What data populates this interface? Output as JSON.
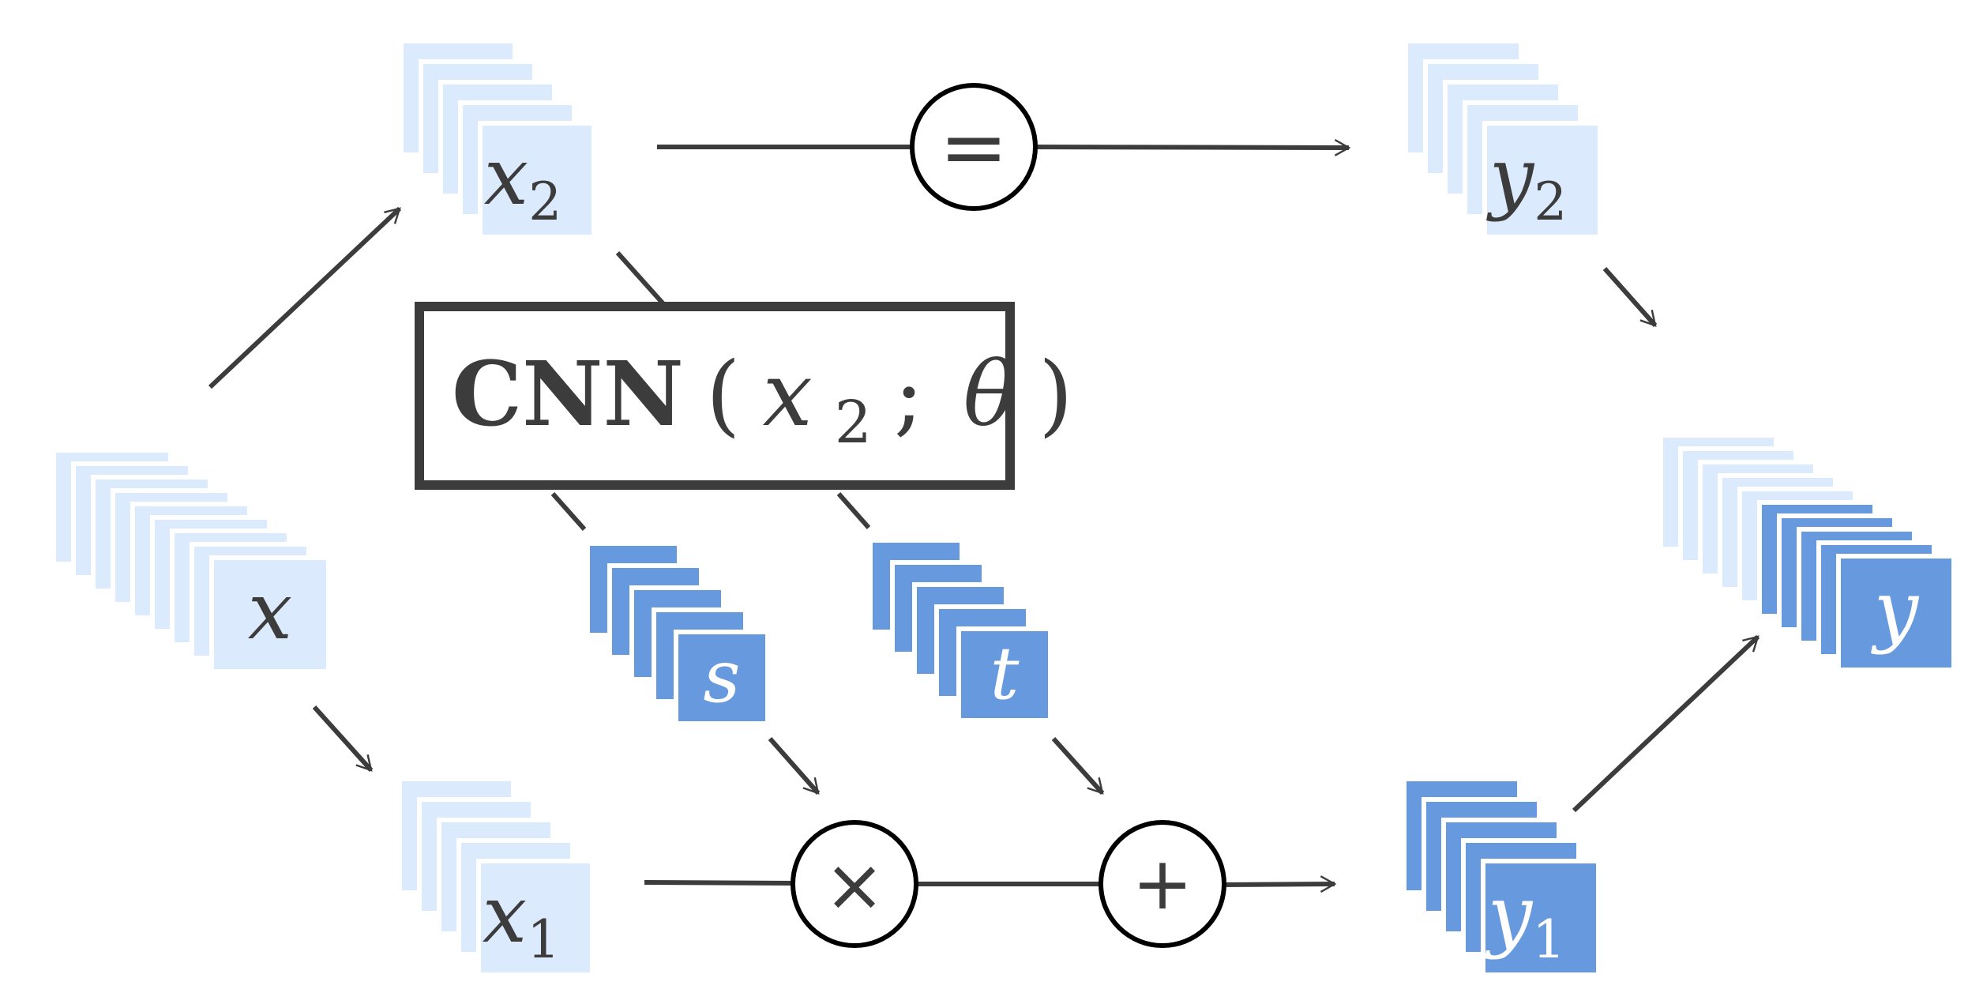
{
  "colors": {
    "light_fill": "#dbeafc",
    "dark_fill": "#6699dd",
    "stroke": "#3c3c3c",
    "label_dark": "#3c3c3c",
    "label_light": "#ffffff"
  },
  "stacks": [
    {
      "id": "x",
      "label": "x",
      "sub": "",
      "tone": "light",
      "count": 9
    },
    {
      "id": "x2",
      "label": "x",
      "sub": "2",
      "tone": "light",
      "count": 5
    },
    {
      "id": "x1",
      "label": "x",
      "sub": "1",
      "tone": "light",
      "count": 5
    },
    {
      "id": "s",
      "label": "s",
      "sub": "",
      "tone": "dark",
      "count": 5
    },
    {
      "id": "t",
      "label": "t",
      "sub": "",
      "tone": "dark",
      "count": 5
    },
    {
      "id": "y2",
      "label": "y",
      "sub": "2",
      "tone": "light",
      "count": 5
    },
    {
      "id": "y1",
      "label": "y",
      "sub": "1",
      "tone": "dark",
      "count": 5
    },
    {
      "id": "y",
      "label": "y",
      "sub": "",
      "tone": "mixed",
      "count": 10,
      "light_count": 5
    }
  ],
  "cnn_box": {
    "label_bold": "CNN",
    "open_paren": "(",
    "arg_var": "x",
    "arg_sub": "2",
    "separator": ";",
    "param": "θ",
    "close_paren": ")"
  },
  "operators": {
    "identity": "=",
    "multiply": "×",
    "add": "+"
  }
}
